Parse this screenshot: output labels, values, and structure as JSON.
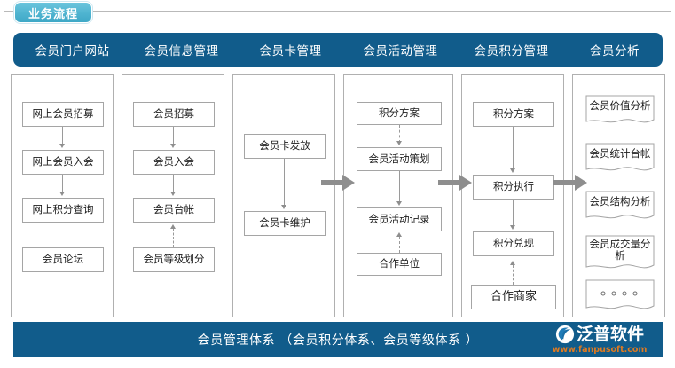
{
  "badge": {
    "label": "业务流程"
  },
  "colors": {
    "primary_blue": "#115c8b",
    "badge_teal": "#4fb4d0",
    "node_border": "#a5a5a5",
    "connector_gray": "#9a9a9a",
    "stage_arrow_gray": "#8e8e8e",
    "logo_url_orange": "#e07a20"
  },
  "header": {
    "tabs": [
      {
        "label": "会员门户网站"
      },
      {
        "label": "会员信息管理"
      },
      {
        "label": "会员卡管理"
      },
      {
        "label": "会员活动管理"
      },
      {
        "label": "会员积分管理"
      },
      {
        "label": "会员分析"
      }
    ]
  },
  "columns": [
    {
      "name": "member-portal-website",
      "nodes": [
        {
          "label": "网上会员招募"
        },
        {
          "label": "网上会员入会"
        },
        {
          "label": "网上积分查询"
        },
        {
          "label": "会员论坛"
        }
      ]
    },
    {
      "name": "member-info-management",
      "nodes": [
        {
          "label": "会员招募"
        },
        {
          "label": "会员入会"
        },
        {
          "label": "会员台帐"
        },
        {
          "label": "会员等级划分"
        }
      ]
    },
    {
      "name": "member-card-management",
      "nodes": [
        {
          "label": "会员卡发放"
        },
        {
          "label": "会员卡维护"
        }
      ]
    },
    {
      "name": "member-activity-management",
      "nodes": [
        {
          "label": "积分方案"
        },
        {
          "label": "会员活动策划"
        },
        {
          "label": "会员活动记录"
        },
        {
          "label": "合作单位"
        }
      ]
    },
    {
      "name": "member-points-management",
      "nodes": [
        {
          "label": "积分方案"
        },
        {
          "label": "积分执行"
        },
        {
          "label": "积分兑现"
        },
        {
          "label": "合作商家"
        }
      ]
    },
    {
      "name": "member-analysis",
      "nodes": [
        {
          "label": "会员价值分析"
        },
        {
          "label": "会员统计台帐"
        },
        {
          "label": "会员结构分析"
        },
        {
          "label": "会员成交量分析"
        },
        {
          "label": ""
        }
      ]
    }
  ],
  "footer": {
    "label": "会员管理体系 （会员积分体系、会员等级体系 ）"
  },
  "logo": {
    "name": "泛普软件",
    "url": "www.fanpusoft.com"
  }
}
